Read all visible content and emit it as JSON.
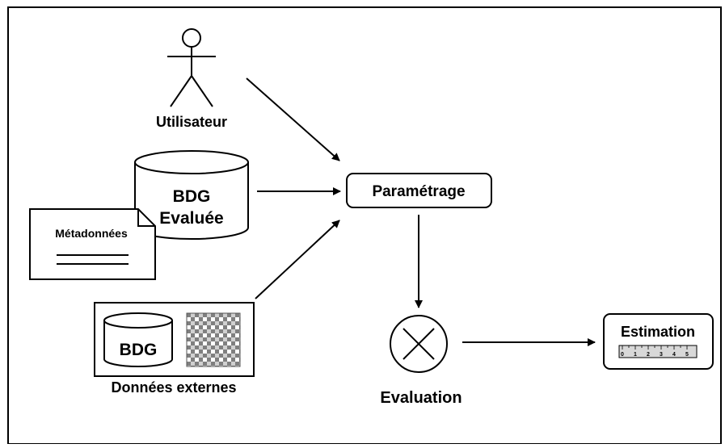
{
  "diagram": {
    "actor_label": "Utilisateur",
    "db_evaluee_line1": "BDG",
    "db_evaluee_line2": "Evaluée",
    "metadata_label": "Métadonnées",
    "external_db_label": "BDG",
    "external_label": "Données externes",
    "param_label": "Paramétrage",
    "evaluation_label": "Evaluation",
    "estimation_label": "Estimation",
    "ruler_ticks": [
      "0",
      "1",
      "2",
      "3",
      "4",
      "5"
    ]
  }
}
